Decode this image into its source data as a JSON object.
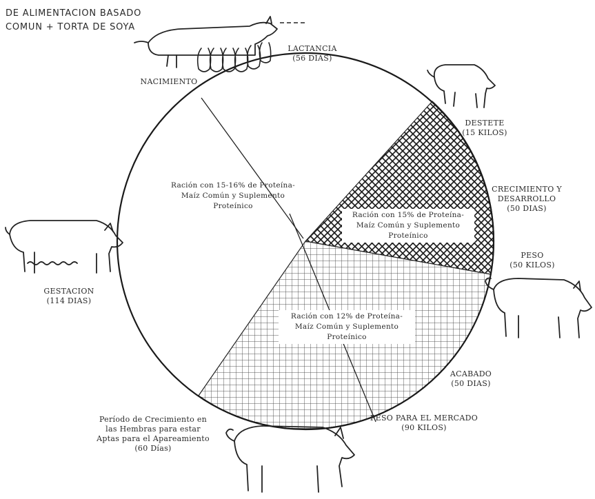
{
  "title_fragment": {
    "line1": "DE ALIMENTACION BASADO",
    "line2": "COMUN + TORTA DE SOYA"
  },
  "stages": {
    "lactancia": {
      "name": "LACTANCIA",
      "detail": "(56 DIAS)"
    },
    "nacimiento": {
      "name": "NACIMIENTO"
    },
    "destete": {
      "name": "DESTETE",
      "detail": "(15 KILOS)"
    },
    "crecimiento": {
      "name": "CRECIMIENTO Y",
      "name2": "DESARROLLO",
      "detail": "(50 DIAS)"
    },
    "peso": {
      "name": "PESO",
      "detail": "(50 KILOS)"
    },
    "acabado": {
      "name": "ACABADO",
      "detail": "(50 DIAS)"
    },
    "mercado": {
      "name": "PESO PARA EL MERCADO",
      "detail": "(90 KILOS)"
    },
    "gestacion": {
      "name": "GESTACION",
      "detail": "(114 DIAS)"
    },
    "hembras": {
      "line1": "Período de Crecimiento en",
      "line2": "las Hembras para estar",
      "line3": "Aptas para el Apareamiento",
      "line4": "(60 Días)"
    }
  },
  "rations": {
    "r1": {
      "line1": "Ración con 15-16% de Proteína-",
      "line2": "Maíz Común y Suplemento",
      "line3": "Proteínico"
    },
    "r2": {
      "line1": "Ración con 15% de Proteína-",
      "line2": "Maíz Común y Suplemento",
      "line3": "Proteínico"
    },
    "r3": {
      "line1": "Ración con 12% de Proteína-",
      "line2": "Maíz Común y Suplemento",
      "line3": "Proteínico"
    }
  },
  "icons": [
    "sow-with-piglets-icon",
    "piglet-icon",
    "sow-icon",
    "hog-icon",
    "gilt-icon"
  ],
  "colors": {
    "ink": "#2a2a2a",
    "paper": "#ffffff"
  }
}
